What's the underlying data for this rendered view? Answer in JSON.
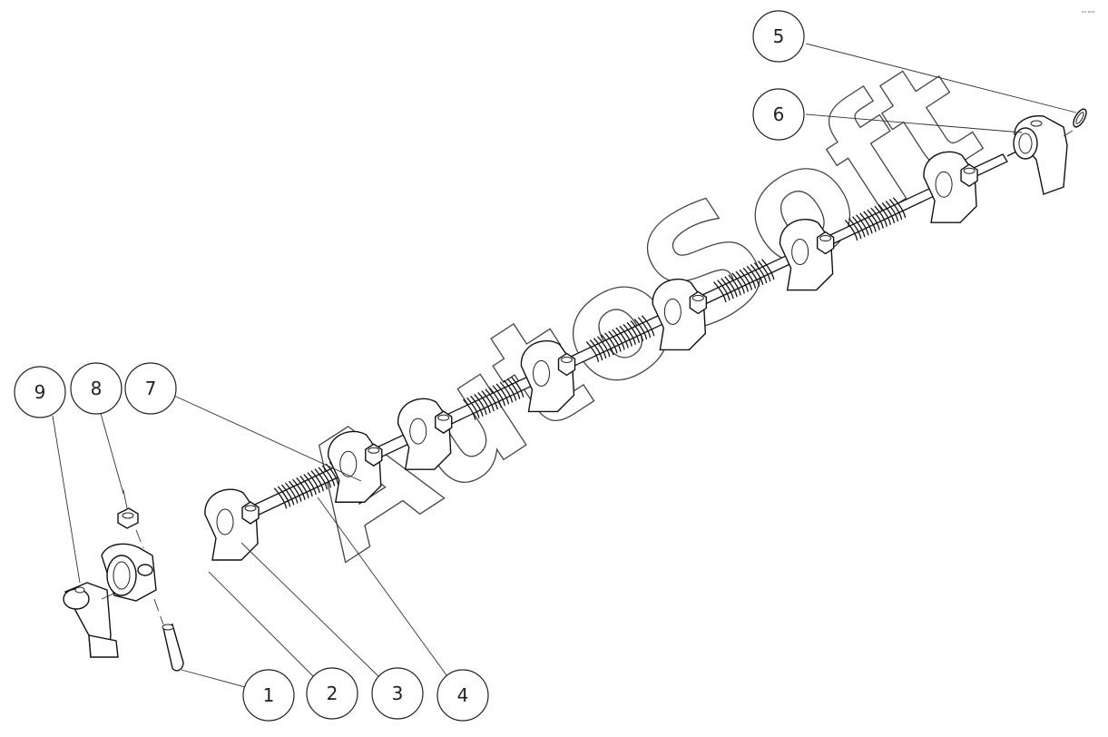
{
  "watermark": "AutoSoft",
  "corner_mark": "ᵒᵒ ᵒᵒᵒ",
  "callouts": [
    {
      "label": "1"
    },
    {
      "label": "2"
    },
    {
      "label": "3"
    },
    {
      "label": "4"
    },
    {
      "label": "5"
    },
    {
      "label": "6"
    },
    {
      "label": "7"
    },
    {
      "label": "8"
    },
    {
      "label": "9"
    }
  ]
}
